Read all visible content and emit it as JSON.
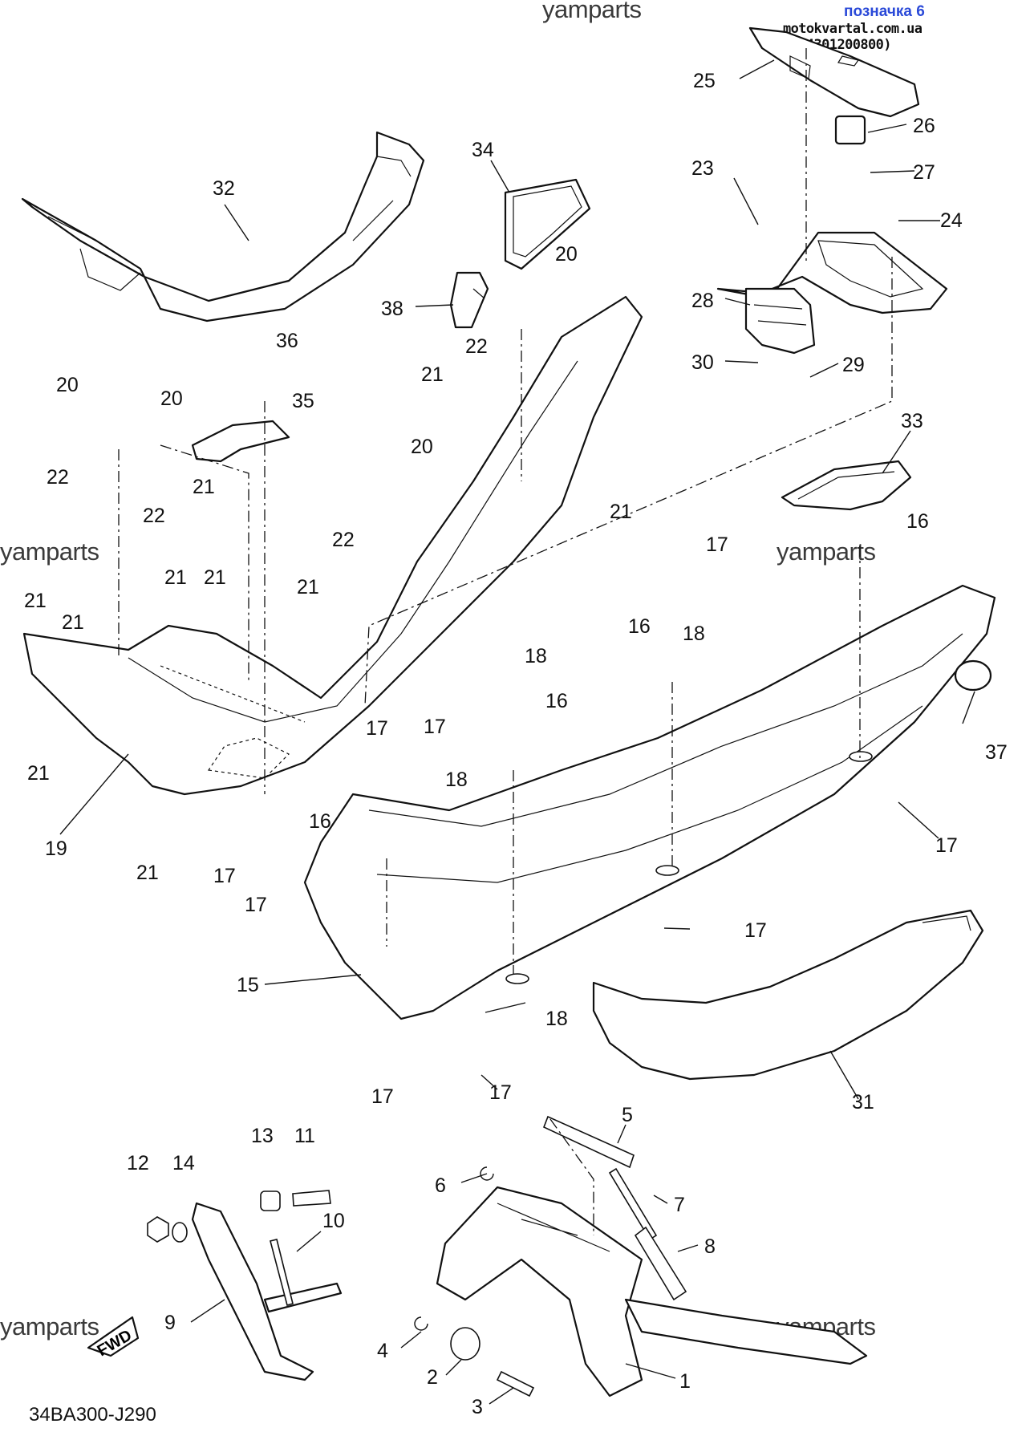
{
  "header": {
    "title": "позначка 6",
    "site": "motokvartal.com.ua (934301200800)"
  },
  "watermarks": {
    "text": "yamparts"
  },
  "drawing_code": "34BA300-J290",
  "fwd_label": "FWD",
  "callouts": [
    {
      "id": "c1",
      "num": "1"
    },
    {
      "id": "c2",
      "num": "2"
    },
    {
      "id": "c3",
      "num": "3"
    },
    {
      "id": "c4",
      "num": "4"
    },
    {
      "id": "c5",
      "num": "5"
    },
    {
      "id": "c6",
      "num": "6"
    },
    {
      "id": "c7",
      "num": "7"
    },
    {
      "id": "c8",
      "num": "8"
    },
    {
      "id": "c9",
      "num": "9"
    },
    {
      "id": "c10",
      "num": "10"
    },
    {
      "id": "c11",
      "num": "11"
    },
    {
      "id": "c12",
      "num": "12"
    },
    {
      "id": "c13",
      "num": "13"
    },
    {
      "id": "c14",
      "num": "14"
    },
    {
      "id": "c15",
      "num": "15"
    },
    {
      "id": "c16a",
      "num": "16"
    },
    {
      "id": "c16b",
      "num": "16"
    },
    {
      "id": "c16c",
      "num": "16"
    },
    {
      "id": "c16d",
      "num": "16"
    },
    {
      "id": "c17a",
      "num": "17"
    },
    {
      "id": "c17b",
      "num": "17"
    },
    {
      "id": "c17c",
      "num": "17"
    },
    {
      "id": "c17d",
      "num": "17"
    },
    {
      "id": "c17e",
      "num": "17"
    },
    {
      "id": "c17f",
      "num": "17"
    },
    {
      "id": "c17g",
      "num": "17"
    },
    {
      "id": "c17h",
      "num": "17"
    },
    {
      "id": "c17i",
      "num": "17"
    },
    {
      "id": "c17j",
      "num": "17"
    },
    {
      "id": "c18a",
      "num": "18"
    },
    {
      "id": "c18b",
      "num": "18"
    },
    {
      "id": "c18c",
      "num": "18"
    },
    {
      "id": "c18d",
      "num": "18"
    },
    {
      "id": "c19",
      "num": "19"
    },
    {
      "id": "c20a",
      "num": "20"
    },
    {
      "id": "c20b",
      "num": "20"
    },
    {
      "id": "c20c",
      "num": "20"
    },
    {
      "id": "c20d",
      "num": "20"
    },
    {
      "id": "c21a",
      "num": "21"
    },
    {
      "id": "c21b",
      "num": "21"
    },
    {
      "id": "c21c",
      "num": "21"
    },
    {
      "id": "c21d",
      "num": "21"
    },
    {
      "id": "c21e",
      "num": "21"
    },
    {
      "id": "c21f",
      "num": "21"
    },
    {
      "id": "c21g",
      "num": "21"
    },
    {
      "id": "c21h",
      "num": "21"
    },
    {
      "id": "c21i",
      "num": "21"
    },
    {
      "id": "c21j",
      "num": "21"
    },
    {
      "id": "c22a",
      "num": "22"
    },
    {
      "id": "c22b",
      "num": "22"
    },
    {
      "id": "c22c",
      "num": "22"
    },
    {
      "id": "c22d",
      "num": "22"
    },
    {
      "id": "c23",
      "num": "23"
    },
    {
      "id": "c24",
      "num": "24"
    },
    {
      "id": "c25",
      "num": "25"
    },
    {
      "id": "c26",
      "num": "26"
    },
    {
      "id": "c27",
      "num": "27"
    },
    {
      "id": "c28",
      "num": "28"
    },
    {
      "id": "c29",
      "num": "29"
    },
    {
      "id": "c30",
      "num": "30"
    },
    {
      "id": "c31",
      "num": "31"
    },
    {
      "id": "c32",
      "num": "32"
    },
    {
      "id": "c33",
      "num": "33"
    },
    {
      "id": "c34",
      "num": "34"
    },
    {
      "id": "c35",
      "num": "35"
    },
    {
      "id": "c36",
      "num": "36"
    },
    {
      "id": "c37",
      "num": "37"
    },
    {
      "id": "c38",
      "num": "38"
    }
  ]
}
